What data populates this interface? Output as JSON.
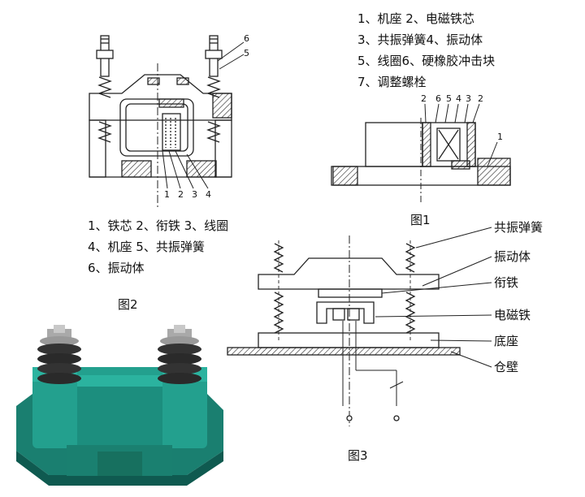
{
  "fig1": {
    "legend": [
      "1、机座  2、电磁铁芯",
      "3、共振弹簧4、振动体",
      "5、线圈6、硬橡胶冲击块",
      "7、调整螺栓"
    ],
    "callouts": [
      "2",
      "6",
      "5",
      "4",
      "3",
      "2",
      "1"
    ],
    "caption": "图1"
  },
  "fig2": {
    "legend": [
      "1、铁芯 2、衔铁 3、线圈",
      "4、机座 5、共振弹簧",
      "6、振动体"
    ],
    "callouts_side": [
      "6",
      "5"
    ],
    "callouts_bottom": [
      "1",
      "2",
      "3",
      "4"
    ],
    "caption": "图2"
  },
  "fig3": {
    "labels": [
      "共振弹簧",
      "振动体",
      "衔铁",
      "电磁铁",
      "底座",
      "仓壁"
    ],
    "caption": "图3"
  },
  "photo": {
    "colors": {
      "body": "#1f8f7f",
      "body_dark": "#0f5f55",
      "spring": "#3a3a3a",
      "bolt": "#b8b8b8"
    }
  }
}
